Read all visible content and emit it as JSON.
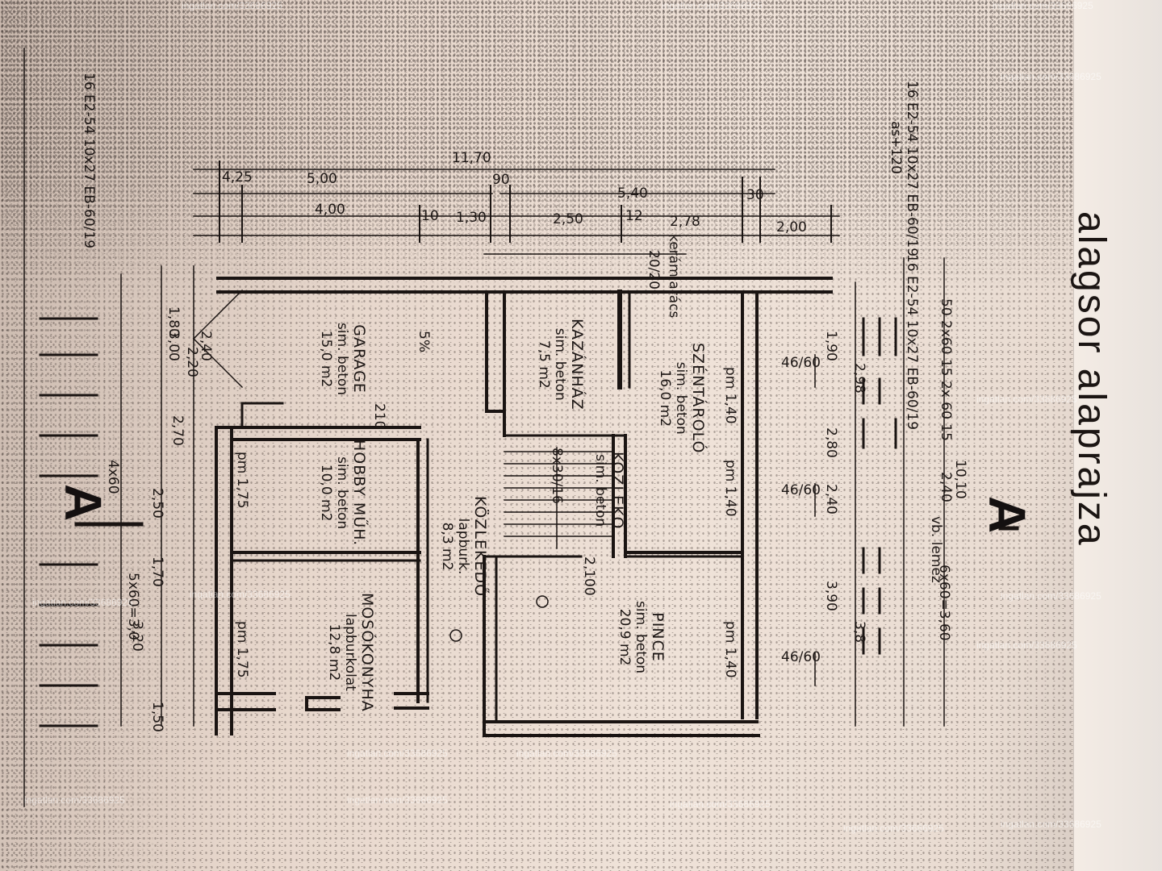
{
  "title": "alagsor alaprajza",
  "section_marker": "A",
  "spec_lines": [
    "16 E2-54 10x27 EB-60/19",
    "as+120"
  ],
  "watermark": "ingatlan.com/33686925",
  "rooms": {
    "garage": {
      "name": "GARAGE",
      "floor": "sim. beton",
      "area": "15,0 m2"
    },
    "kazanhaz": {
      "name": "KAZÁNHÁZ",
      "floor": "sim. beton",
      "area": "7,5 m2"
    },
    "szentarolo": {
      "name": "SZÉNTÁROLÓ",
      "floor": "sim. beton",
      "area": "16,0 m2"
    },
    "hobby": {
      "name": "HOBBY MŰH.",
      "floor": "sim. beton",
      "area": "10,0 m2"
    },
    "kozleked1": {
      "name": "KÖZLEKEDŐ",
      "floor": "lapburk.",
      "area": "8,3 m2"
    },
    "kozleked2": {
      "name": "KÖZLEKŐ",
      "floor": "sim. beton",
      "area": ""
    },
    "moskonyha": {
      "name": "MOSÓKONYHA",
      "floor": "lapburkolat",
      "area": "12,8 m2"
    },
    "pince": {
      "name": "PINCE",
      "floor": "sim. beton",
      "area": "20,9 m2"
    }
  },
  "labels": {
    "keramiarocs": "kerámiarács",
    "keramiarocs_size": "20/20",
    "stair": "8x30/16",
    "slope": "5%",
    "lemez": "vb. lemez"
  },
  "dimensions_top": {
    "d1": "11,70",
    "d2": "5,00",
    "d3": "4,00",
    "d4": "1,30",
    "d5": "2,50",
    "d6": "5,40",
    "d7": "2,78",
    "d8": "2,00",
    "d9": "30",
    "d10": "12",
    "d11": "90",
    "d12": "10",
    "d13": "4,25"
  },
  "dimensions_right": {
    "r1": "1,90",
    "r2": "2,98",
    "r3": "2,80",
    "r4": "2,40",
    "r5": "3,90",
    "r6": "3,8",
    "r7": "10,10",
    "r8": "50 2x60 15 2x 60 15",
    "r9": "6x60=3,60",
    "r10": "2,40"
  },
  "dimensions_left": {
    "l1": "3,00",
    "l2": "2,40",
    "l3": "2,20",
    "l4": "2,70",
    "l5": "2,50",
    "l6": "1,70",
    "l7": "3,20",
    "l8": "1,50",
    "l9": "4x60",
    "l10": "5x60=3,0",
    "l11": "1,80"
  },
  "openings": {
    "o1": "46/60",
    "o2": "46/60",
    "o3": "46/60",
    "o4": "pm 1,40",
    "o5": "pm 1,40",
    "o6": "pm 1,40",
    "o7": "pm 1,75",
    "o8": "pm 1,75",
    "o9": "210",
    "o10": "2,100"
  }
}
